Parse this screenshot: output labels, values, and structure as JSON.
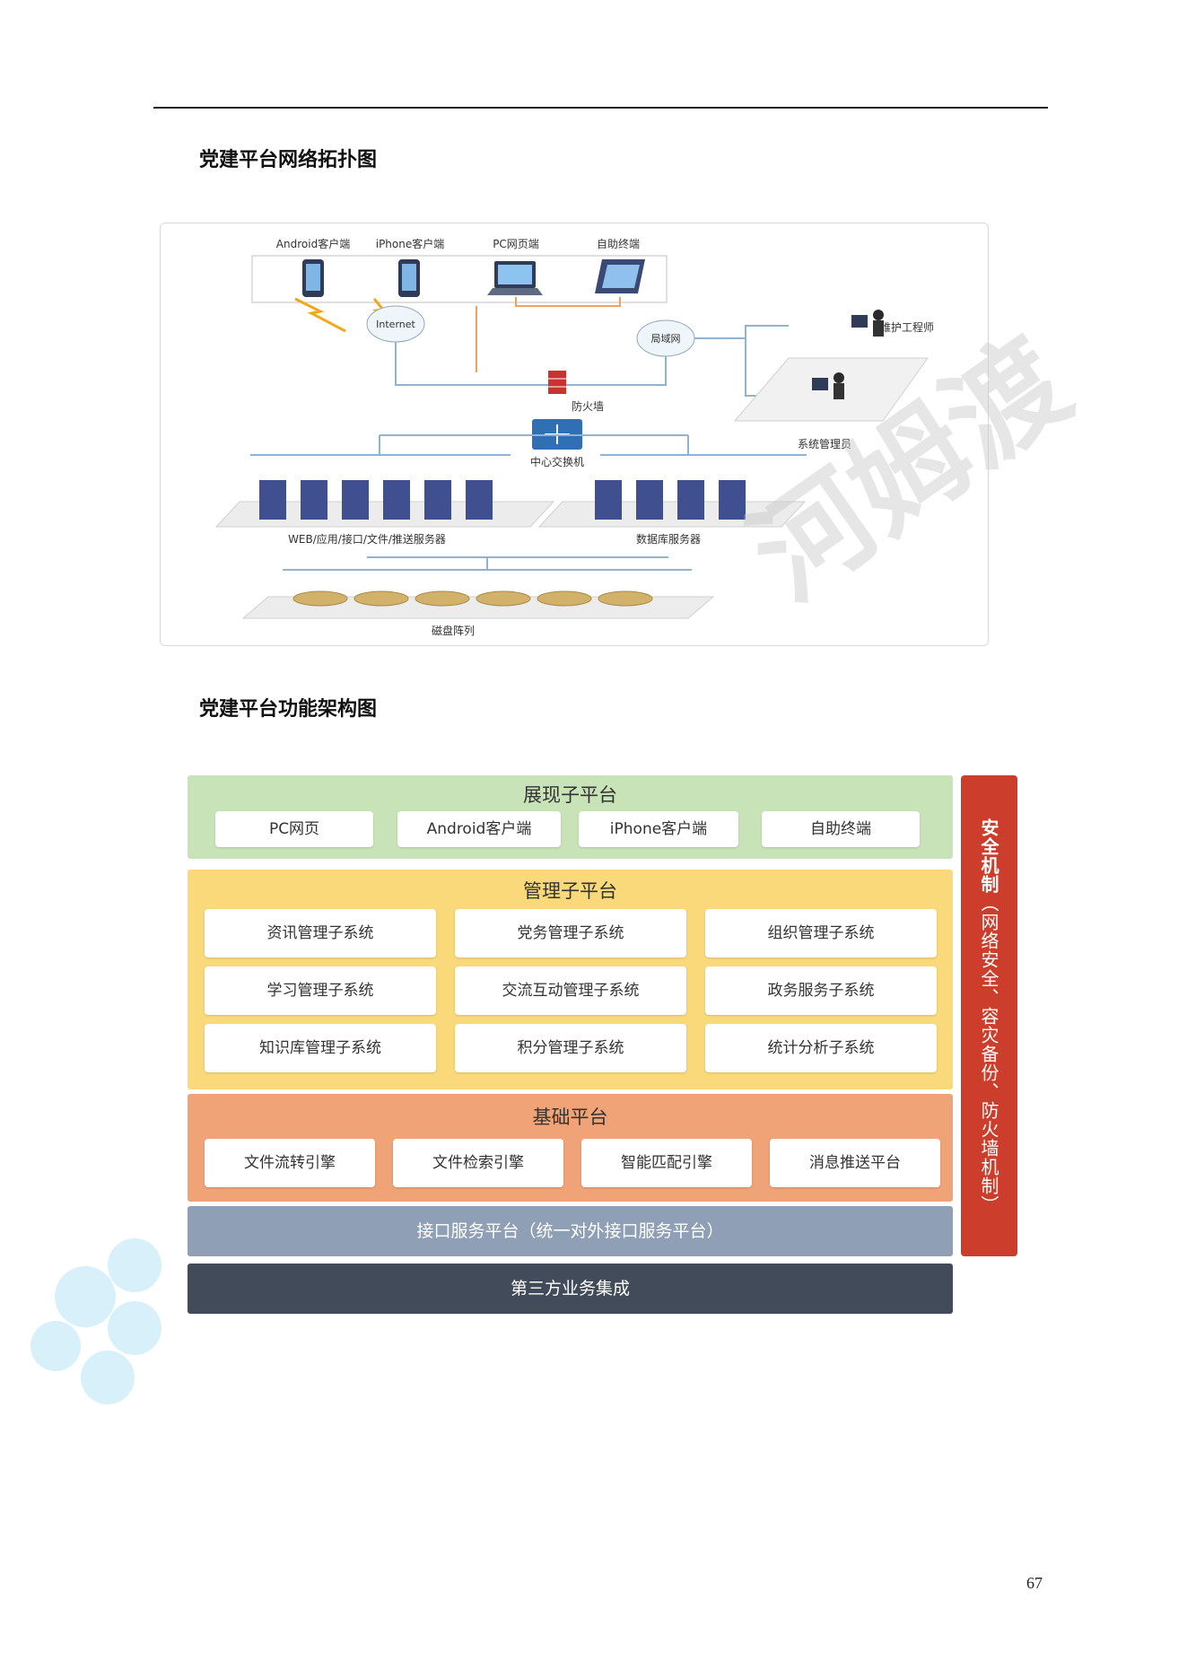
{
  "page": {
    "heading_topology": "党建平台网络拓扑图",
    "heading_architecture": "党建平台功能架构图",
    "page_number": "67"
  },
  "watermark": {
    "text": "河姆渡"
  },
  "topology": {
    "clients": [
      "Android客户端",
      "iPhone客户端",
      "PC网页端",
      "自助终端"
    ],
    "internet": "Internet",
    "lan": "局域网",
    "firewall": "防火墙",
    "core_switch": "中心交换机",
    "maintainer": "维护工程师",
    "admin": "系统管理员",
    "web_servers": "WEB/应用/接口/文件/推送服务器",
    "db_servers": "数据库服务器",
    "disk_array": "磁盘阵列"
  },
  "architecture": {
    "presentation": {
      "title": "展现子平台",
      "items": [
        "PC网页",
        "Android客户端",
        "iPhone客户端",
        "自助终端"
      ],
      "color": "#c9e3b9"
    },
    "management": {
      "title": "管理子平台",
      "items": [
        "资讯管理子系统",
        "党务管理子系统",
        "组织管理子系统",
        "学习管理子系统",
        "交流互动管理子系统",
        "政务服务子系统",
        "知识库管理子系统",
        "积分管理子系统",
        "统计分析子系统"
      ],
      "color": "#f9d97a"
    },
    "base": {
      "title": "基础平台",
      "items": [
        "文件流转引擎",
        "文件检索引擎",
        "智能匹配引擎",
        "消息推送平台"
      ],
      "color": "#f0a377"
    },
    "interface": {
      "label": "接口服务平台（统一对外接口服务平台）",
      "color": "#8f9fb5"
    },
    "third_party": {
      "label": "第三方业务集成",
      "color": "#414b5a"
    },
    "security": {
      "title": "安全机制",
      "subtitle": "（网络安全、容灾备份、防火墙机制）",
      "color": "#cc3d2b"
    }
  }
}
